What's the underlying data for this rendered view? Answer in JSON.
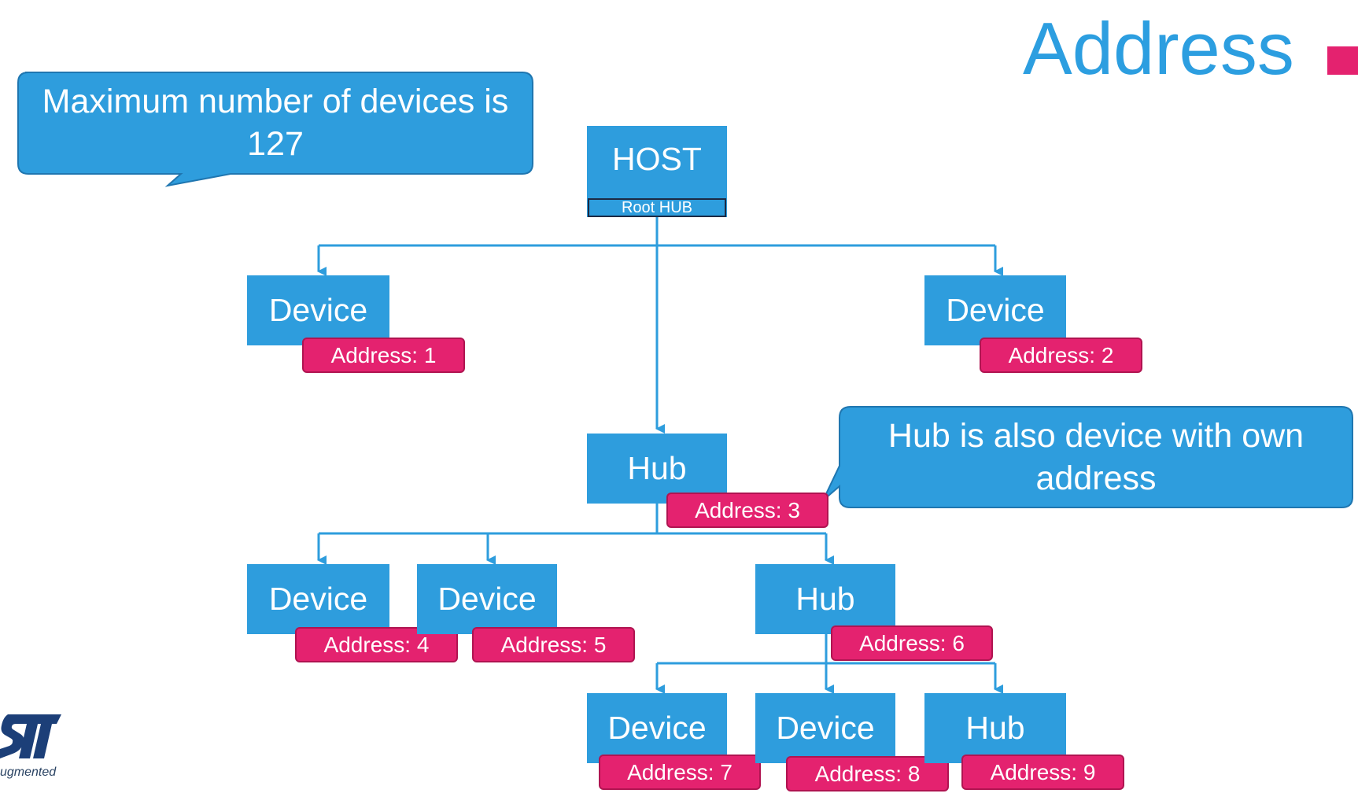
{
  "slide": {
    "title": "Address",
    "accent_color": "#e4226f",
    "node_color": "#2e9ddd",
    "title_color": "#2c9ee0"
  },
  "callouts": {
    "max_devices": "Maximum number of devices is 127",
    "hub_device": "Hub is also device with own address"
  },
  "host": {
    "label": "HOST",
    "sublabel": "Root HUB"
  },
  "nodes": {
    "device_1": {
      "label": "Device",
      "address": "Address: 1"
    },
    "device_2": {
      "label": "Device",
      "address": "Address: 2"
    },
    "hub_3": {
      "label": "Hub",
      "address": "Address: 3"
    },
    "device_4": {
      "label": "Device",
      "address": "Address: 4"
    },
    "device_5": {
      "label": "Device",
      "address": "Address: 5"
    },
    "hub_6": {
      "label": "Hub",
      "address": "Address: 6"
    },
    "device_7": {
      "label": "Device",
      "address": "Address: 7"
    },
    "device_8": {
      "label": "Device",
      "address": "Address: 8"
    },
    "hub_9": {
      "label": "Hub",
      "address": "Address: 9"
    }
  },
  "footer": {
    "tagline": "ugmented"
  }
}
